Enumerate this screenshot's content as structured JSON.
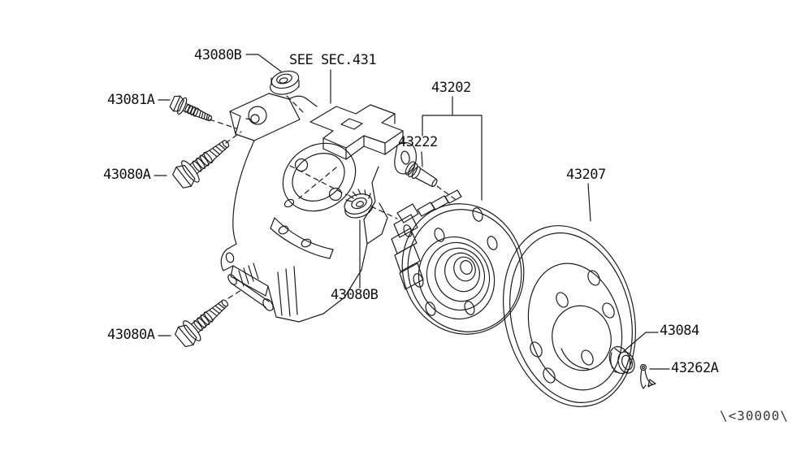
{
  "diagram": {
    "type": "exploded-parts-diagram",
    "labels": {
      "grommet_top": "43080B",
      "see_section": "SEE SEC.431",
      "bolt_81a": "43081A",
      "hub_assembly": "43202",
      "wheel_stud": "43222",
      "bolt_80a_upper": "43080A",
      "rotor": "43207",
      "nut_mid": "43080B",
      "bolt_80a_lower": "43080A",
      "cap": "43084",
      "pin": "43262A"
    },
    "watermark": "\\<30000\\",
    "colors": {
      "line": "#1c1c1c",
      "background": "#ffffff",
      "text": "#111111"
    }
  }
}
